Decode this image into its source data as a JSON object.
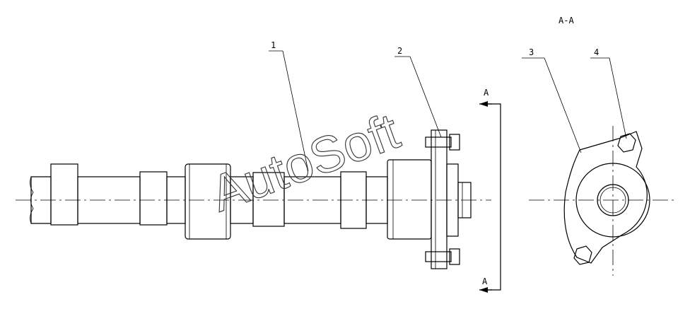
{
  "section_title": "A-A",
  "section_marker_top": "A",
  "section_marker_bottom": "A",
  "callouts": [
    "1",
    "2",
    "3",
    "4"
  ],
  "watermark": "AutoSoft"
}
